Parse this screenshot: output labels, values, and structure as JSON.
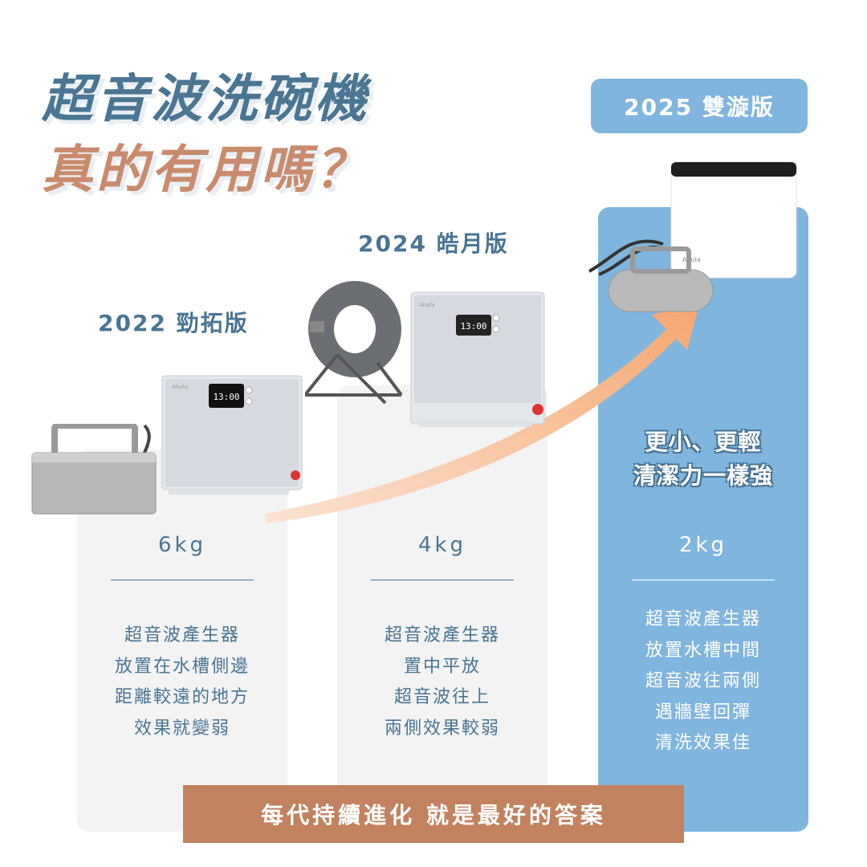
{
  "title": {
    "line1": "超音波洗碗機",
    "line2": "真的有用嗎？"
  },
  "versions": [
    {
      "label": "2022 勁拓版",
      "weight": "6kg",
      "description": [
        "超音波產生器",
        "放置在水槽側邊",
        "距離較遠的地方",
        "效果就變弱"
      ],
      "display_time": "13:00"
    },
    {
      "label": "2024 皓月版",
      "weight": "4kg",
      "description": [
        "超音波產生器",
        "置中平放",
        "超音波往上",
        "兩側效果較弱"
      ],
      "display_time": "13:00"
    },
    {
      "label": "2025 雙漩版",
      "weight": "2kg",
      "highlight": [
        "更小、更輕",
        "清潔力一樣強"
      ],
      "description": [
        "超音波產生器",
        "放置水槽中間",
        "超音波往兩側",
        "遇牆壁回彈",
        "清洗效果佳"
      ]
    }
  ],
  "brand": "Ahula",
  "banner": "每代持續進化 就是最好的答案",
  "colors": {
    "title_blue": "#4a7593",
    "title_orange": "#c98b6d",
    "accent_blue": "#80b5de",
    "banner": "#c2825f",
    "arrow": "#f5b07e"
  }
}
